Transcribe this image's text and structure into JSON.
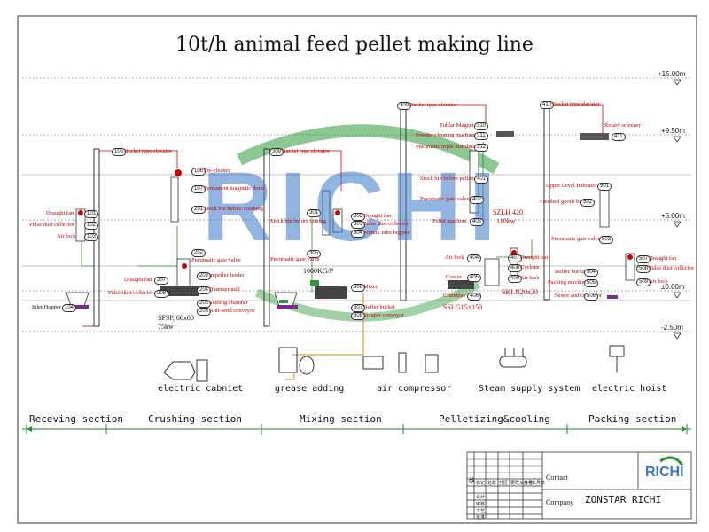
{
  "title": "10t/h animal feed pellet making line",
  "levels": [
    "+15.00m",
    "+9.50m",
    "+5.00m",
    "±0.00m",
    "-2.50m"
  ],
  "watermark": "RICHI",
  "labels": {
    "l105": "Bucket type elevator",
    "n105": "105",
    "l101": "Draught fan",
    "n101": "101",
    "l102": "Pulse dust collector",
    "n102": "102",
    "l103": "Air lock",
    "n103": "103",
    "l104": "Inlet Hopper",
    "n104": "104",
    "l106": "Pre-cleaner",
    "n106": "106",
    "l107": "Permanent magnetic drum",
    "n107": "107",
    "l201": "Stock bin before crushing",
    "n201": "201",
    "l202": "Pneumatic gate valve",
    "n202": "202",
    "l203": "impeller feeder",
    "n203": "203",
    "l204": "Hammer mill",
    "n204": "204",
    "l205": "Settling chamber",
    "n205": "205",
    "l206": "Anti-send conveyor",
    "n206": "206",
    "l207": "Draught fan",
    "n207": "207",
    "l208": "Pulse dust collector",
    "n208": "208",
    "mill_model": "SFSP, 66x60",
    "mill_power": "75kw",
    "l309a": "Bucket type elevator",
    "n309a": "309",
    "l301": "Stock bin before mixing",
    "n301": "301",
    "l302": "Draught fan",
    "n302": "302",
    "l303": "Pulse dust collector",
    "n303": "303",
    "l304": "Premix inlet hopper",
    "n304": "304",
    "l305": "Pneumatic gate valve",
    "n305": "305",
    "mixer_cap": "1000KG/P",
    "l306": "Mixer",
    "n306": "306",
    "l307": "Buffer bucket",
    "n307": "307",
    "l308": "Scraper conveyor",
    "n308": "308",
    "l309b": "Bucket type elevator",
    "n309b": "309",
    "l310": "Tublar Magnet",
    "n310": "310",
    "l311": "Powder cleaning machine",
    "n311": "311",
    "l312": "Pneumatic triple distributor",
    "n312": "312",
    "l401": "Stock bin before pelleting",
    "n401": "401",
    "l402": "Pneumatic gate valve",
    "n402": "402",
    "l403": "Pellet machine",
    "n403": "403",
    "pellet_model": "SZLH 420",
    "pellet_power": "110kw",
    "l404": "Air lock",
    "n404": "404",
    "l405": "Cooler",
    "n405": "405",
    "l406": "Crumbler",
    "n406": "406",
    "crumbler_model": "SSLG15×150",
    "l407": "Draught fan",
    "n407": "407",
    "l408": "Cyclone",
    "n408": "408",
    "l409": "Air lock",
    "n409": "409",
    "cooler_model": "SKLN20x20",
    "l410": "Bucket type elevator",
    "n410": "410",
    "l411": "Rotary screener",
    "n411": "411",
    "l501": "Upper Level Indicator",
    "n501": "501",
    "l502": "Finished goods bin",
    "n502": "502",
    "l503": "Pneumatic gate valve",
    "n503": "503",
    "l504": "Buffer bucket",
    "n504": "504",
    "l505": "Packing machine",
    "n505": "505",
    "l506": "Sewer and conveyor",
    "n506": "506",
    "l507": "Draught fan",
    "n507": "507",
    "l508": "Pulse dust collector",
    "n508": "508",
    "l509": "Air lock",
    "n509": "509"
  },
  "auxiliary": [
    "electric cabniet",
    "grease adding",
    "air compressor",
    "Steam supply system",
    "electric hoist"
  ],
  "sections": [
    "Receving section",
    "Crushing section",
    "Mixing section",
    "Pelletizing&cooling",
    "Packing section"
  ],
  "title_block": {
    "rev_mark": "改",
    "header_row": [
      "标记",
      "处数",
      "分区",
      "更改文件号",
      "签名",
      "年月日"
    ],
    "design": "设计",
    "review": "审核",
    "approve": "工艺",
    "ratify": "批准",
    "contact_label": "Contact",
    "company_label": "Company",
    "company_name": "ZONSTAR RICHI",
    "logo": "RICHI"
  }
}
